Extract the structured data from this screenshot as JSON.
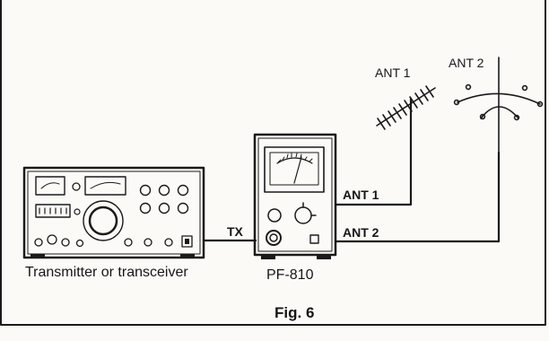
{
  "diagram": {
    "caption": "Fig. 6",
    "transmitter_label": "Transmitter or transceiver",
    "pf810_label": "PF-810",
    "tx_port": "TX",
    "ant1_port": "ANT 1",
    "ant2_port": "ANT 2",
    "yagi_label": "ANT 1",
    "vertical_label": "ANT 2"
  }
}
